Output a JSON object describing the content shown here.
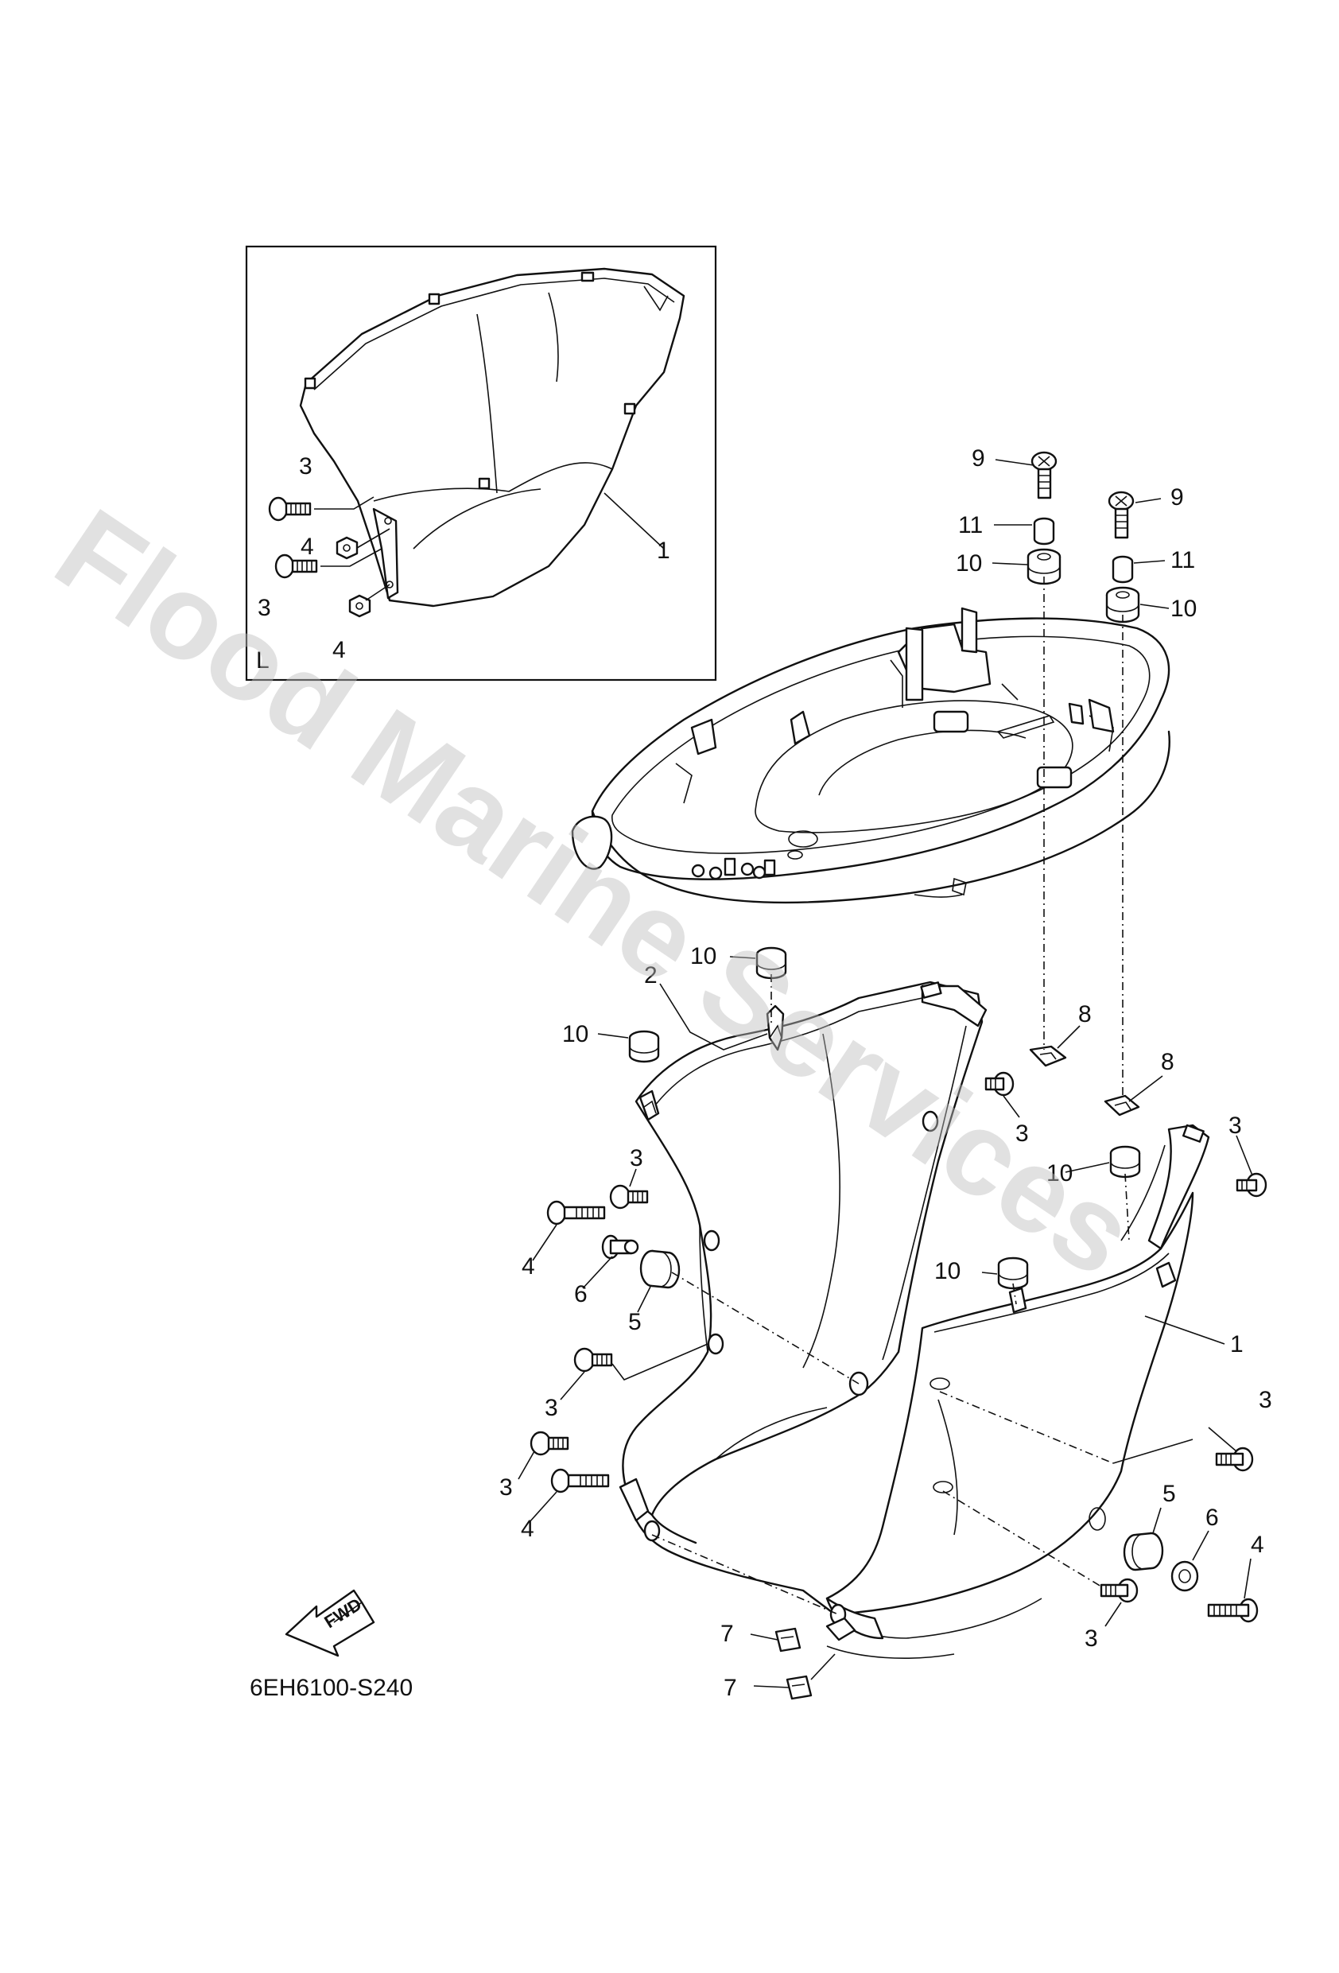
{
  "watermark": "Flood Marine Services",
  "diagram_code": "6EH6100-S240",
  "inset_label": "L",
  "fwd_label": "FWD",
  "callouts": [
    "1",
    "3",
    "3",
    "4",
    "4",
    "9",
    "11",
    "10",
    "9",
    "11",
    "10",
    "10",
    "2",
    "10",
    "8",
    "8",
    "3",
    "3",
    "10",
    "10",
    "1",
    "3",
    "4",
    "6",
    "5",
    "3",
    "3",
    "4",
    "3",
    "5",
    "6",
    "4",
    "3",
    "7",
    "7"
  ]
}
